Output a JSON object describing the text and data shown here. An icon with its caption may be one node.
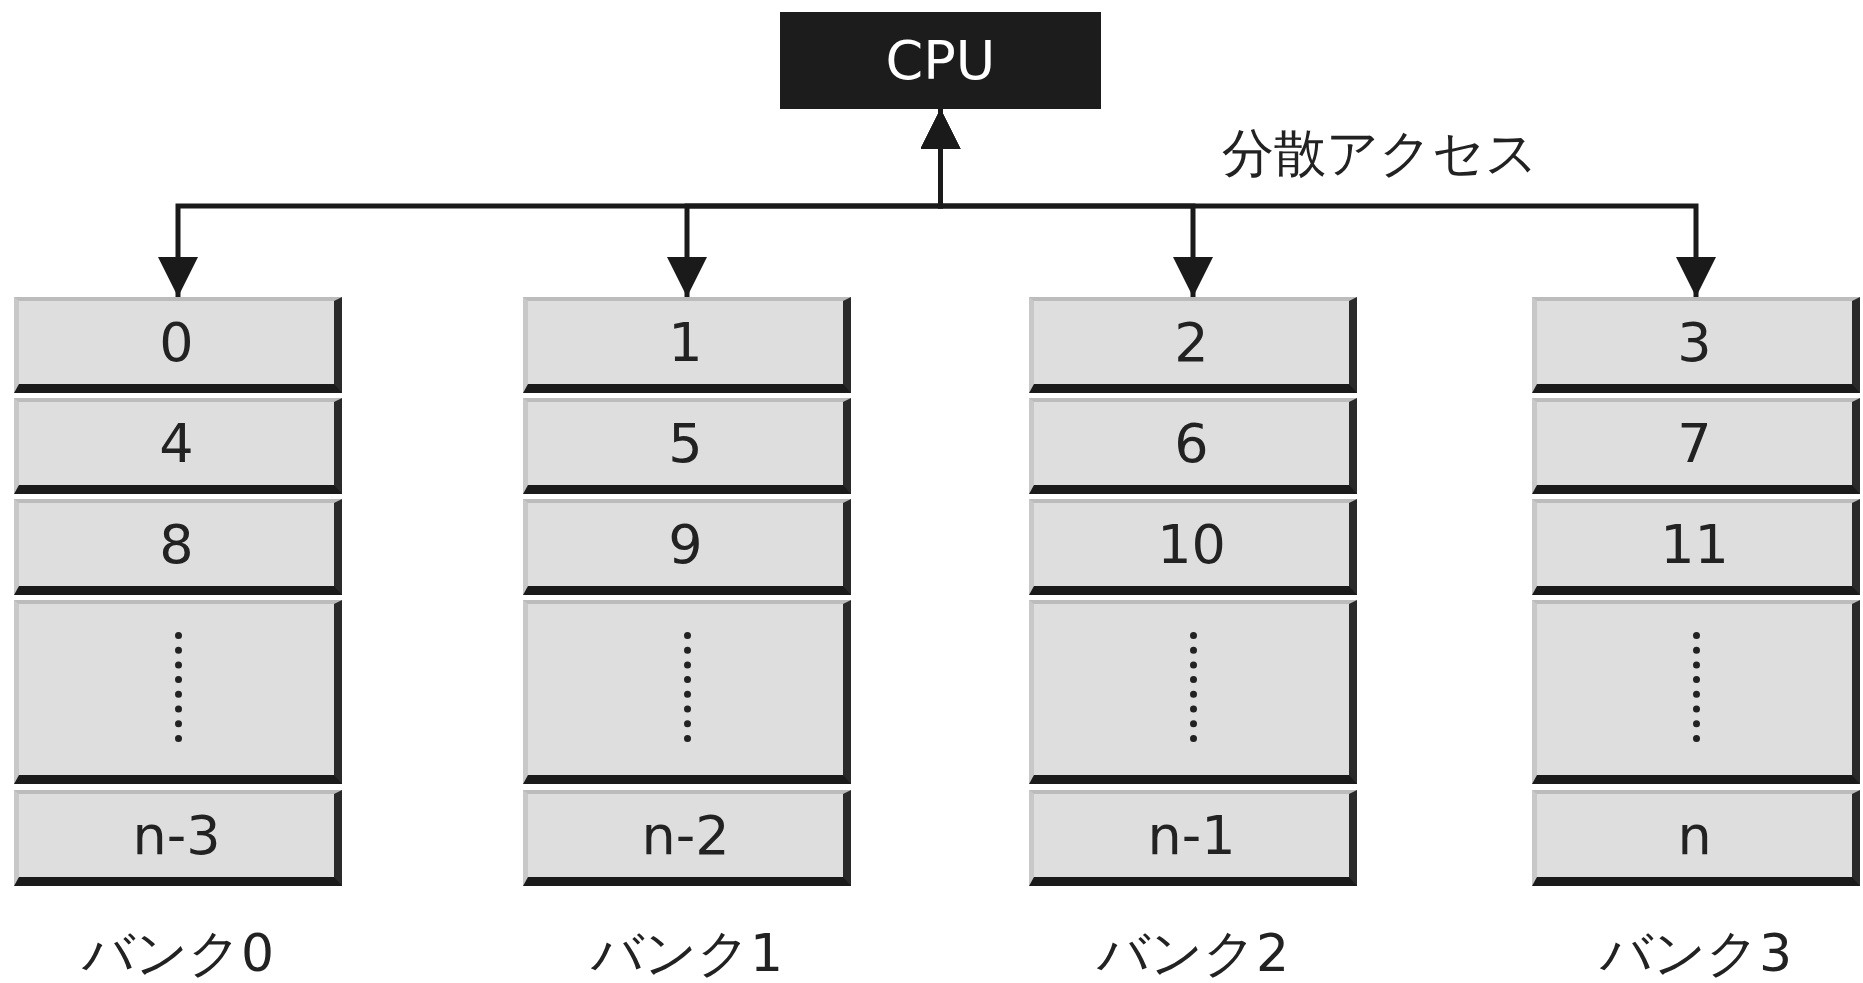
{
  "diagram": {
    "nodes": [
      {
        "text": [
          "CPU"
        ]
      },
      {
        "text": [
          "バンク0"
        ]
      },
      {
        "text": [
          "0"
        ],
        "in": 1
      },
      {
        "text": [
          "4"
        ],
        "in": 1
      },
      {
        "text": [
          "8"
        ],
        "in": 1
      },
      {
        "text": [],
        "shape": "box",
        "in": 1
      },
      {
        "text": [
          "n-3"
        ],
        "in": 1
      },
      {
        "text": [
          "バンク1"
        ]
      },
      {
        "text": [
          "1"
        ],
        "in": 7
      },
      {
        "text": [
          "5"
        ],
        "in": 7
      },
      {
        "text": [
          "9"
        ],
        "in": 7
      },
      {
        "text": [],
        "shape": "box",
        "in": 7
      },
      {
        "text": [
          "n-2"
        ],
        "in": 7
      },
      {
        "text": [
          "バンク2"
        ]
      },
      {
        "text": [
          "2"
        ],
        "in": 13
      },
      {
        "text": [
          "6"
        ],
        "in": 13
      },
      {
        "text": [
          "10"
        ],
        "in": 13
      },
      {
        "text": [],
        "shape": "box",
        "in": 13
      },
      {
        "text": [
          "n-1"
        ],
        "in": 13
      },
      {
        "text": [
          "バンク3"
        ]
      },
      {
        "text": [
          "3"
        ],
        "in": 19
      },
      {
        "text": [
          "7"
        ],
        "in": 19
      },
      {
        "text": [
          "11"
        ],
        "in": 19
      },
      {
        "text": [],
        "shape": "box",
        "in": 19
      },
      {
        "text": [
          "n"
        ],
        "in": 19
      }
    ],
    "edges": [
      {
        "from": 0,
        "to": 1,
        "arrow": "both"
      },
      {
        "from": 0,
        "to": 7,
        "arrow": "both"
      },
      {
        "from": 0,
        "to": 13,
        "arrow": "both"
      },
      {
        "from": 0,
        "to": 19,
        "arrow": "both"
      }
    ],
    "labels": [
      "分散アクセス"
    ]
  }
}
